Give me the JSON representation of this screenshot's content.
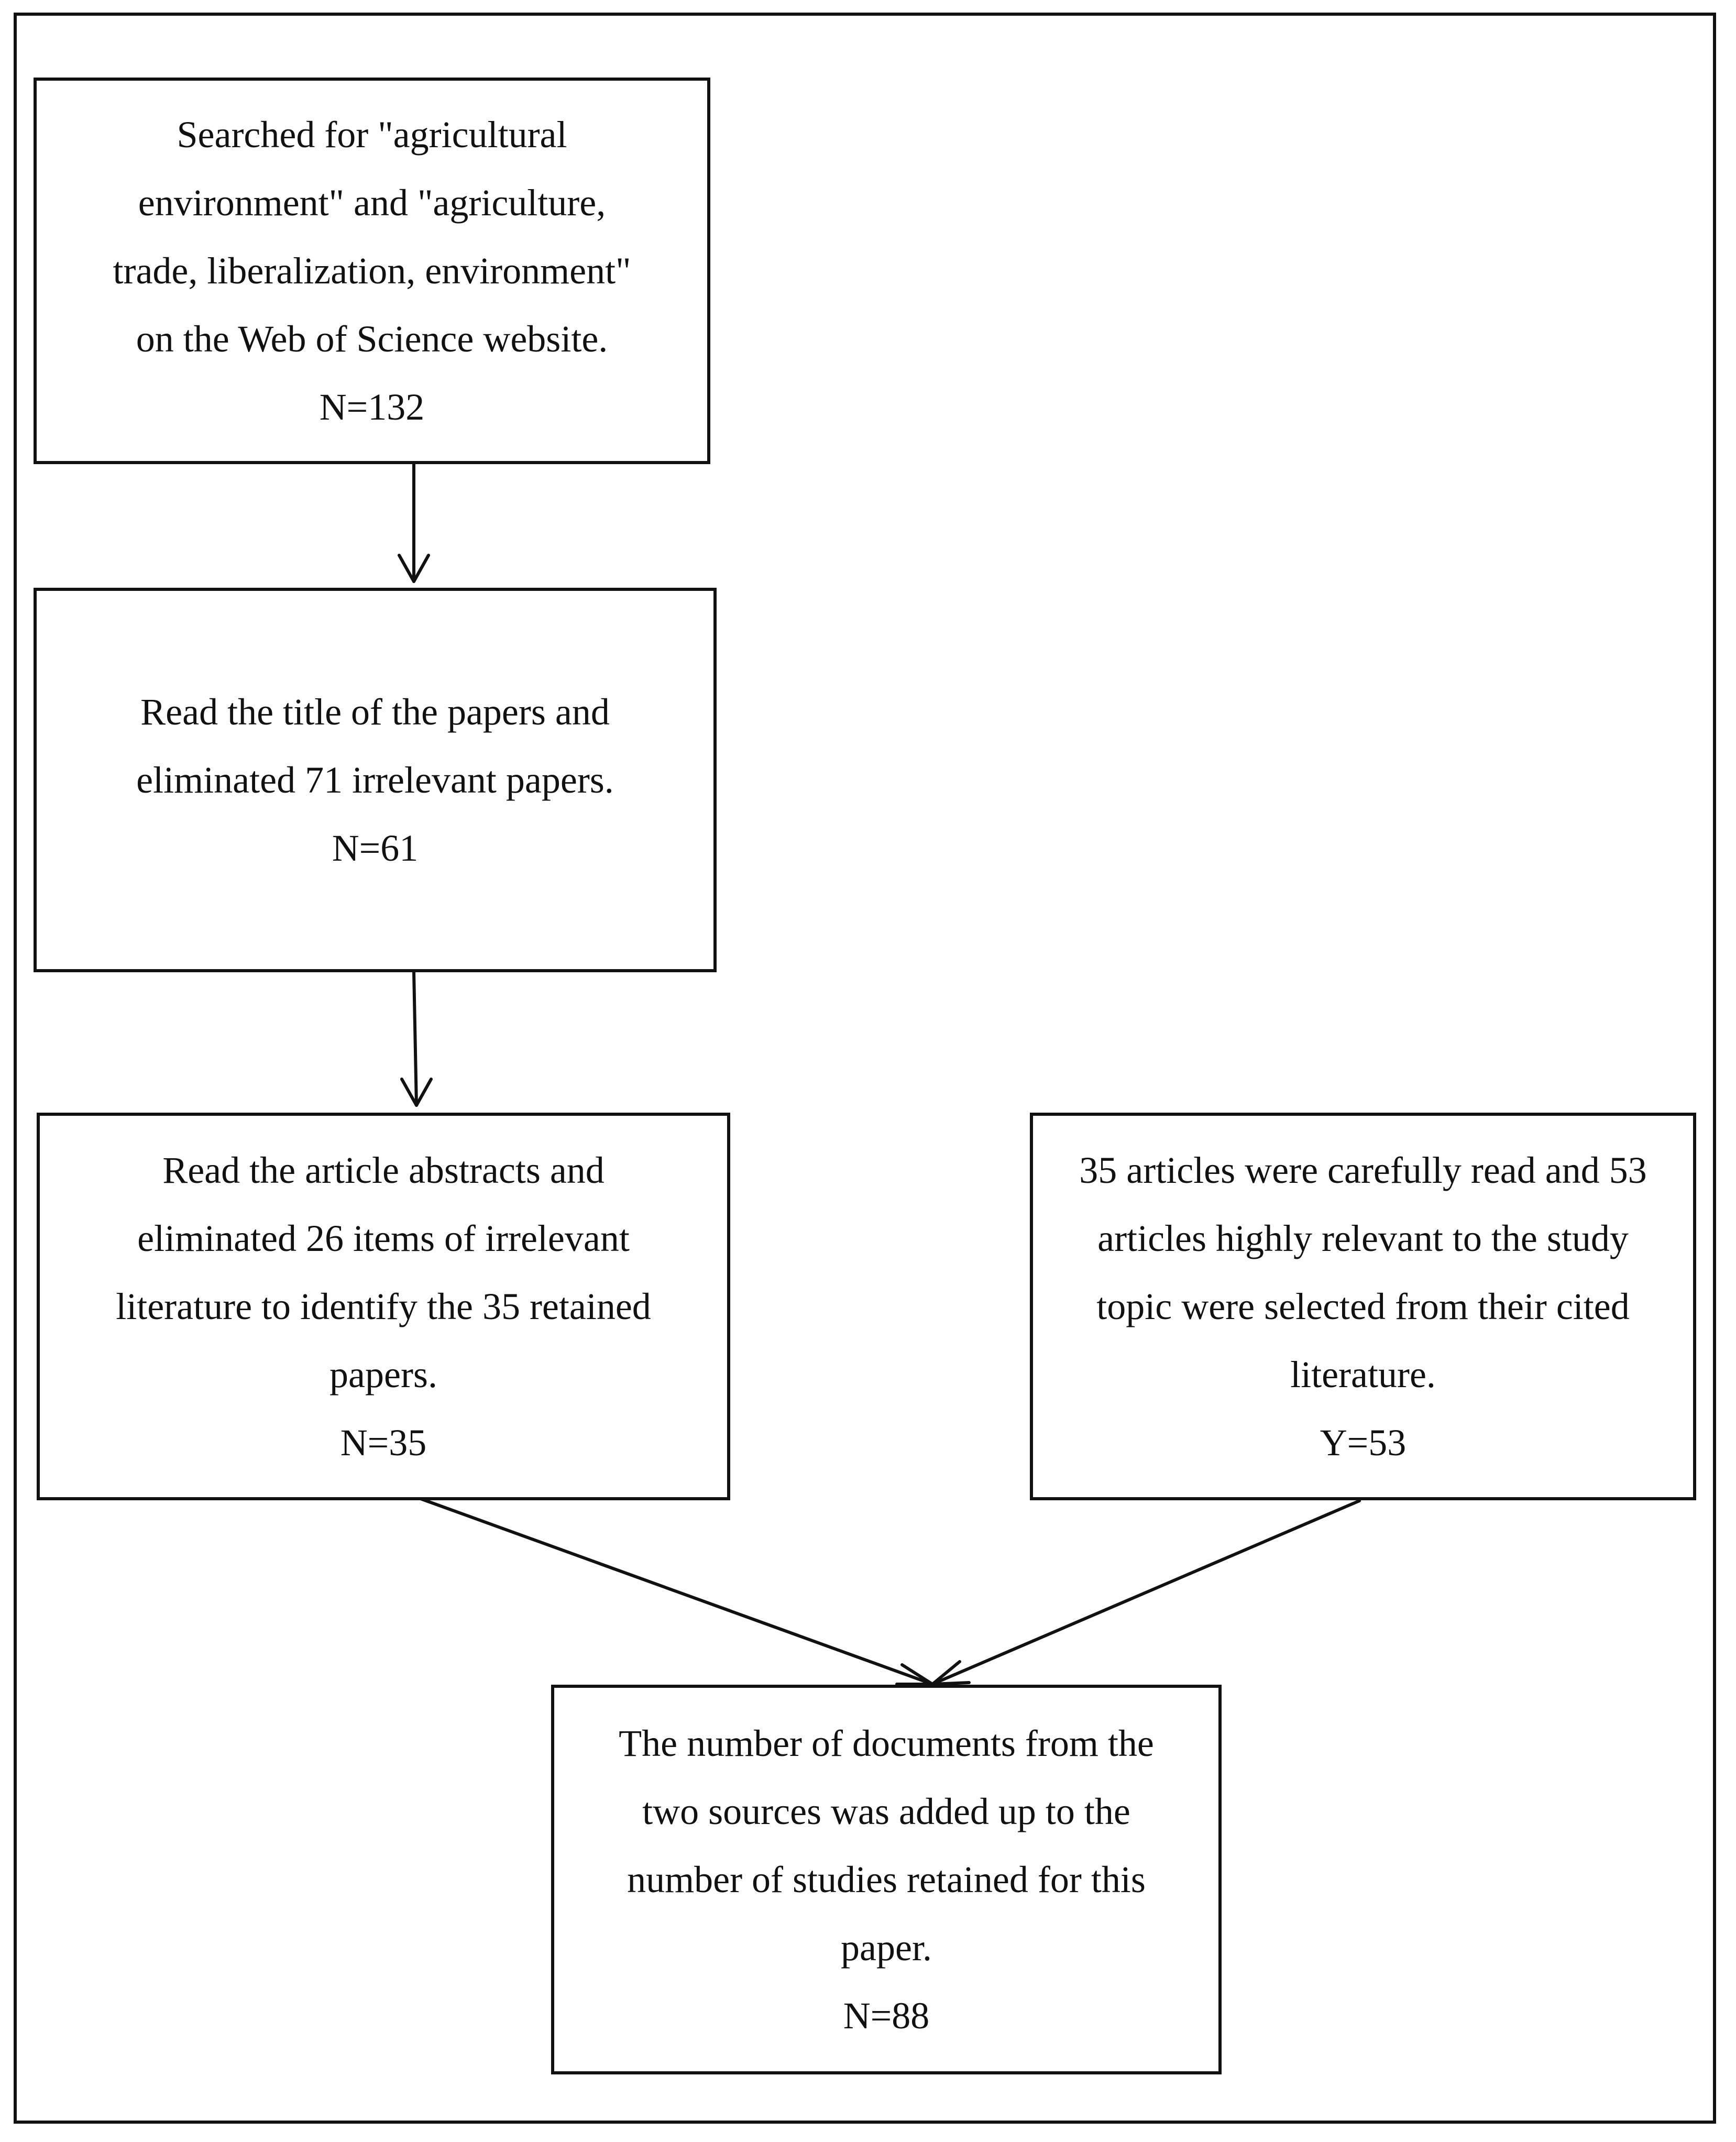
{
  "nodes": {
    "search": {
      "lines": [
        "Searched for \"agricultural",
        "environment\" and \"agriculture,",
        "trade, liberalization, environment\"",
        "on the Web of Science website.",
        "N=132"
      ]
    },
    "title_screen": {
      "lines": [
        "Read the title of the papers and",
        "eliminated 71 irrelevant papers.",
        "N=61"
      ]
    },
    "abstract_screen": {
      "lines": [
        "Read the article abstracts and",
        "eliminated 26 items of irrelevant",
        "literature to identify the 35 retained",
        "papers.",
        "N=35"
      ]
    },
    "citation_search": {
      "lines": [
        "35 articles were carefully read and 53",
        "articles highly relevant to the study",
        "topic were selected from their cited",
        "literature.",
        "Y=53"
      ]
    },
    "final": {
      "lines": [
        "The number of documents from the",
        "two sources was added up to the",
        "number of studies retained for this",
        "paper.",
        "N=88"
      ]
    }
  },
  "edges": [
    {
      "from": "search",
      "to": "title_screen"
    },
    {
      "from": "title_screen",
      "to": "abstract_screen"
    },
    {
      "from": "abstract_screen",
      "to": "final"
    },
    {
      "from": "citation_search",
      "to": "final"
    }
  ]
}
